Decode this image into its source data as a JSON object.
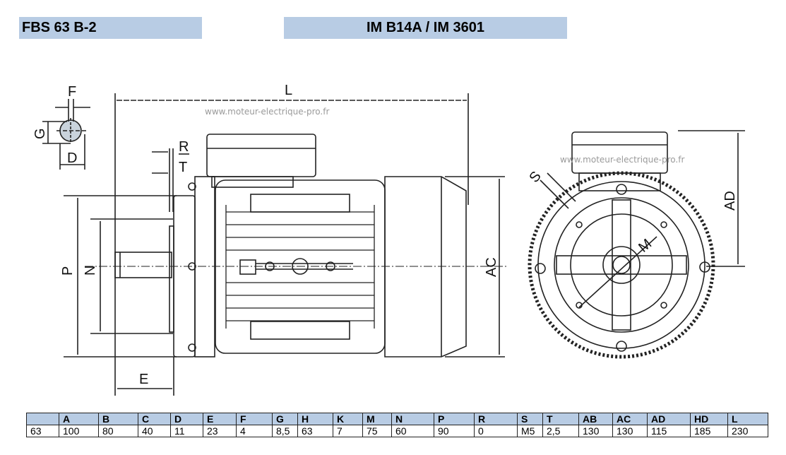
{
  "header": {
    "model": "FBS 63 B-2",
    "mounting": "IM B14A / IM 3601"
  },
  "watermark": "www.moteur-electrique-pro.fr",
  "drawing_labels": {
    "F": "F",
    "G": "G",
    "D": "D",
    "L": "L",
    "R": "R",
    "T": "T",
    "P": "P",
    "N": "N",
    "E": "E",
    "AC": "AC",
    "S": "S",
    "M": "M",
    "AD": "AD"
  },
  "table": {
    "headers": [
      "",
      "A",
      "B",
      "C",
      "D",
      "E",
      "F",
      "G",
      "H",
      "K",
      "M",
      "N",
      "P",
      "R",
      "S",
      "T",
      "AB",
      "AC",
      "AD",
      "HD",
      "L"
    ],
    "values": [
      "63",
      "100",
      "80",
      "40",
      "11",
      "23",
      "4",
      "8,5",
      "63",
      "7",
      "75",
      "60",
      "90",
      "0",
      "M5",
      "2,5",
      "130",
      "130",
      "115",
      "185",
      "230"
    ]
  },
  "colors": {
    "header_bg": "#b8cce4"
  }
}
